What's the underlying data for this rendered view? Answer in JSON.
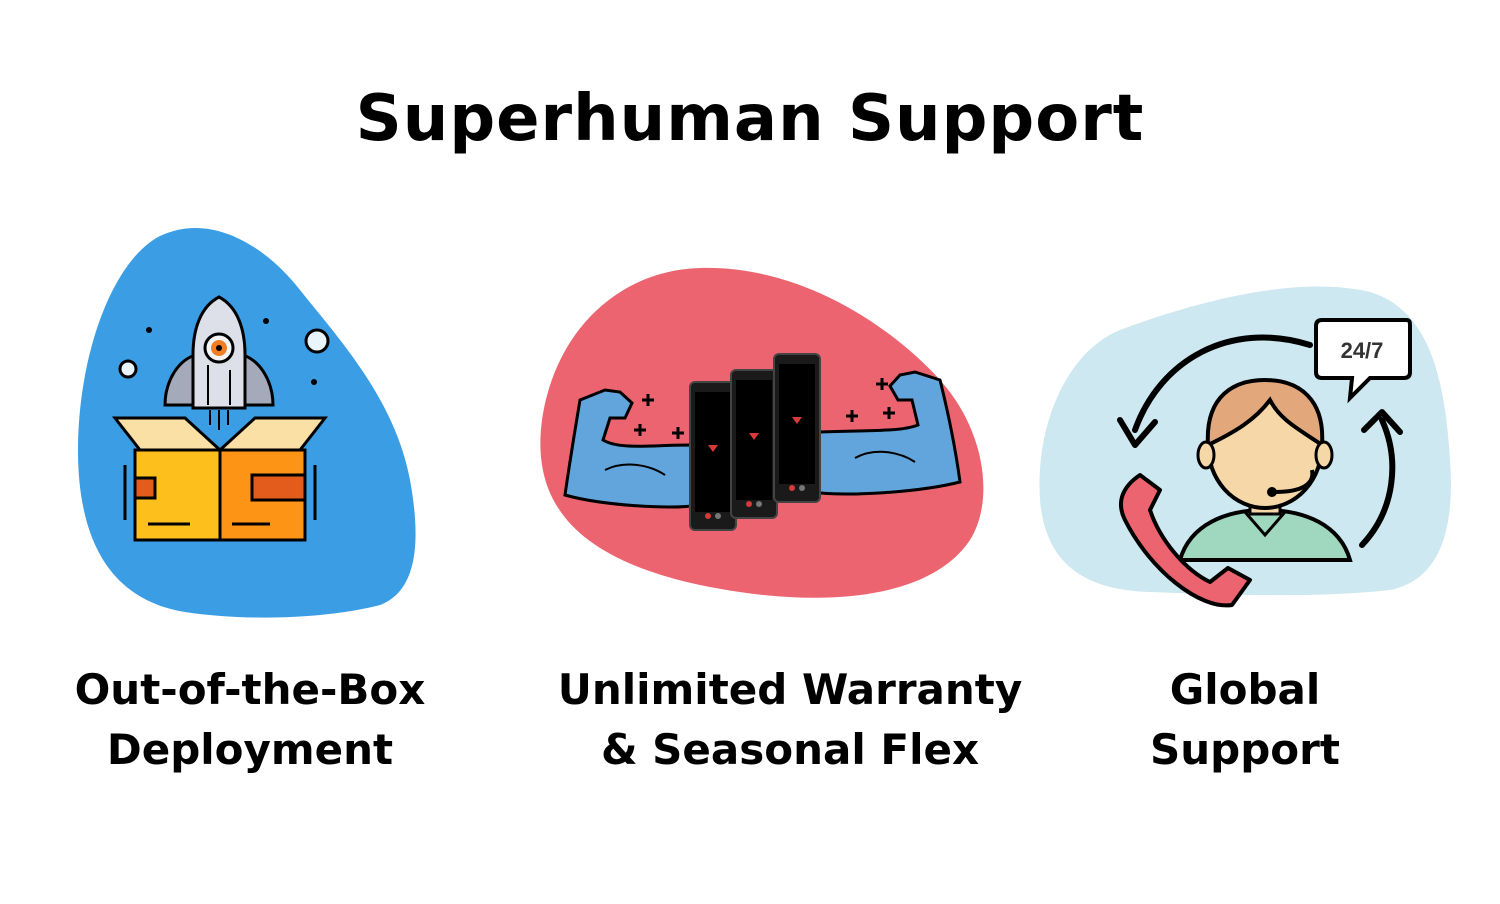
{
  "page": {
    "title": "Superhuman Support",
    "background_color": "#ffffff"
  },
  "features": [
    {
      "line1": "Out-of-the-Box",
      "line2": "Deployment",
      "icon": "rocket-box-icon",
      "blob_color": "#3b9ee4"
    },
    {
      "line1": "Unlimited Warranty",
      "line2": "& Seasonal Flex",
      "icon": "strong-arms-phones-icon",
      "blob_color": "#ec6470"
    },
    {
      "line1": "Global",
      "line2": "Support",
      "icon": "support-agent-24-7-icon",
      "blob_color": "#cde8f0",
      "badge": "24/7"
    }
  ]
}
